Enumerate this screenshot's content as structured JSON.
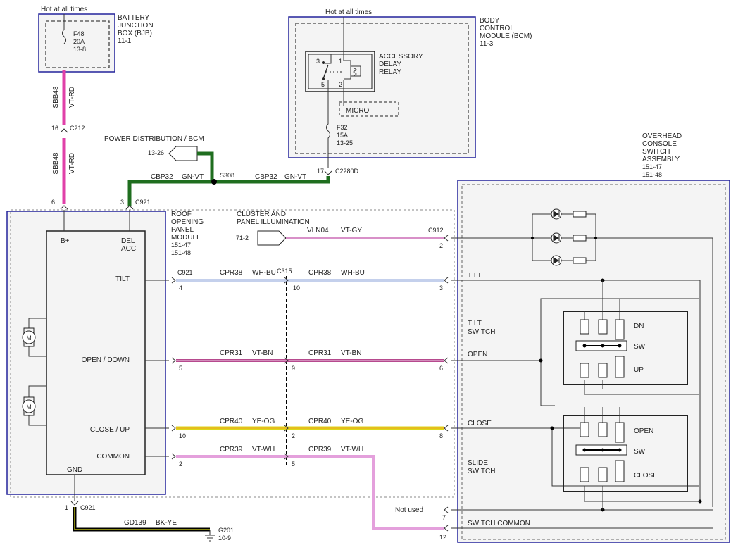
{
  "bjb": {
    "hot": "Hot at all times",
    "name": [
      "BATTERY",
      "JUNCTION",
      "BOX (BJB)",
      "11-1"
    ],
    "fuse": [
      "F48",
      "20A",
      "13-8"
    ]
  },
  "bcm": {
    "hot": "Hot at all times",
    "name": [
      "BODY",
      "CONTROL",
      "MODULE (BCM)",
      "11-3"
    ],
    "relay": [
      "ACCESSORY",
      "DELAY",
      "RELAY"
    ],
    "micro": "MICRO",
    "fuse": [
      "F32",
      "15A",
      "13-25"
    ],
    "pins": {
      "p1": "1",
      "p2": "2",
      "p3": "3",
      "p5": "5"
    }
  },
  "power_dist": {
    "label": "POWER DISTRIBUTION / BCM",
    "ref": "13-26"
  },
  "connectors": {
    "c212": {
      "name": "C212",
      "pin": "16"
    },
    "c2280d": {
      "name": "C2280D",
      "pin": "17"
    },
    "c921_top6": "6",
    "c921_top3": "3",
    "c921": "C921",
    "s308": "S308",
    "c315": "C315",
    "c912": "C912",
    "c921_bot": {
      "pin": "1",
      "name": "C921"
    }
  },
  "wires": {
    "sbb48": {
      "circuit": "SBB48",
      "color": "VT-RD"
    },
    "cbp32": {
      "circuit": "CBP32",
      "color": "GN-VT"
    },
    "vln04": {
      "circuit": "VLN04",
      "color": "VT-GY"
    },
    "cpr38": {
      "circuit": "CPR38",
      "color": "WH-BU"
    },
    "cpr31": {
      "circuit": "CPR31",
      "color": "VT-BN"
    },
    "cpr40": {
      "circuit": "CPR40",
      "color": "YE-OG"
    },
    "cpr39": {
      "circuit": "CPR39",
      "color": "VT-WH"
    },
    "gd139": {
      "circuit": "GD139",
      "color": "BK-YE"
    }
  },
  "cluster": {
    "label": [
      "CLUSTER AND",
      "PANEL ILLUMINATION"
    ],
    "ref": "71-2"
  },
  "ropm": {
    "name": [
      "ROOF",
      "OPENING",
      "PANEL",
      "MODULE",
      "151-47",
      "151-48"
    ],
    "pins": [
      "B+",
      "DEL",
      "ACC",
      "TILT",
      "OPEN / DOWN",
      "CLOSE / UP",
      "COMMON",
      "GND"
    ],
    "motor": "M"
  },
  "pin_numbers": {
    "tilt_left": "4",
    "tilt_mid": "10",
    "tilt_right": "3",
    "open_left": "5",
    "open_mid": "9",
    "open_right": "6",
    "close_left": "10",
    "close_mid": "2",
    "close_right": "8",
    "common_left": "2",
    "common_mid": "5",
    "illum_right": "2",
    "notused_right": "7",
    "common_right": "12"
  },
  "overhead": {
    "name": [
      "OVERHEAD",
      "CONSOLE",
      "SWITCH",
      "ASSEMBLY",
      "151-47",
      "151-48"
    ],
    "tilt_line": "TILT",
    "open_line": "OPEN",
    "close_line": "CLOSE",
    "switch_common": "SWITCH COMMON",
    "not_used": "Not used",
    "tilt_switch": [
      "TILT",
      "SWITCH"
    ],
    "slide_switch": [
      "SLIDE",
      "SWITCH"
    ],
    "tilt_pos": [
      "DN",
      "SW",
      "UP"
    ],
    "slide_pos": [
      "OPEN",
      "SW",
      "CLOSE"
    ]
  },
  "ground": {
    "name": "G201",
    "ref": "10-9"
  },
  "colors": {
    "frame_blue": "#23239b",
    "vt_rd": "#e040a8",
    "gn_vt": "#1f6e1f",
    "vt_gy": "#d890c8",
    "wh_bu": "#8aa2d8",
    "vt_bn": "#b64a8e",
    "ye_og": "#dada1a",
    "vt_wh": "#e4a0dc",
    "bk_ye": "#000000"
  }
}
